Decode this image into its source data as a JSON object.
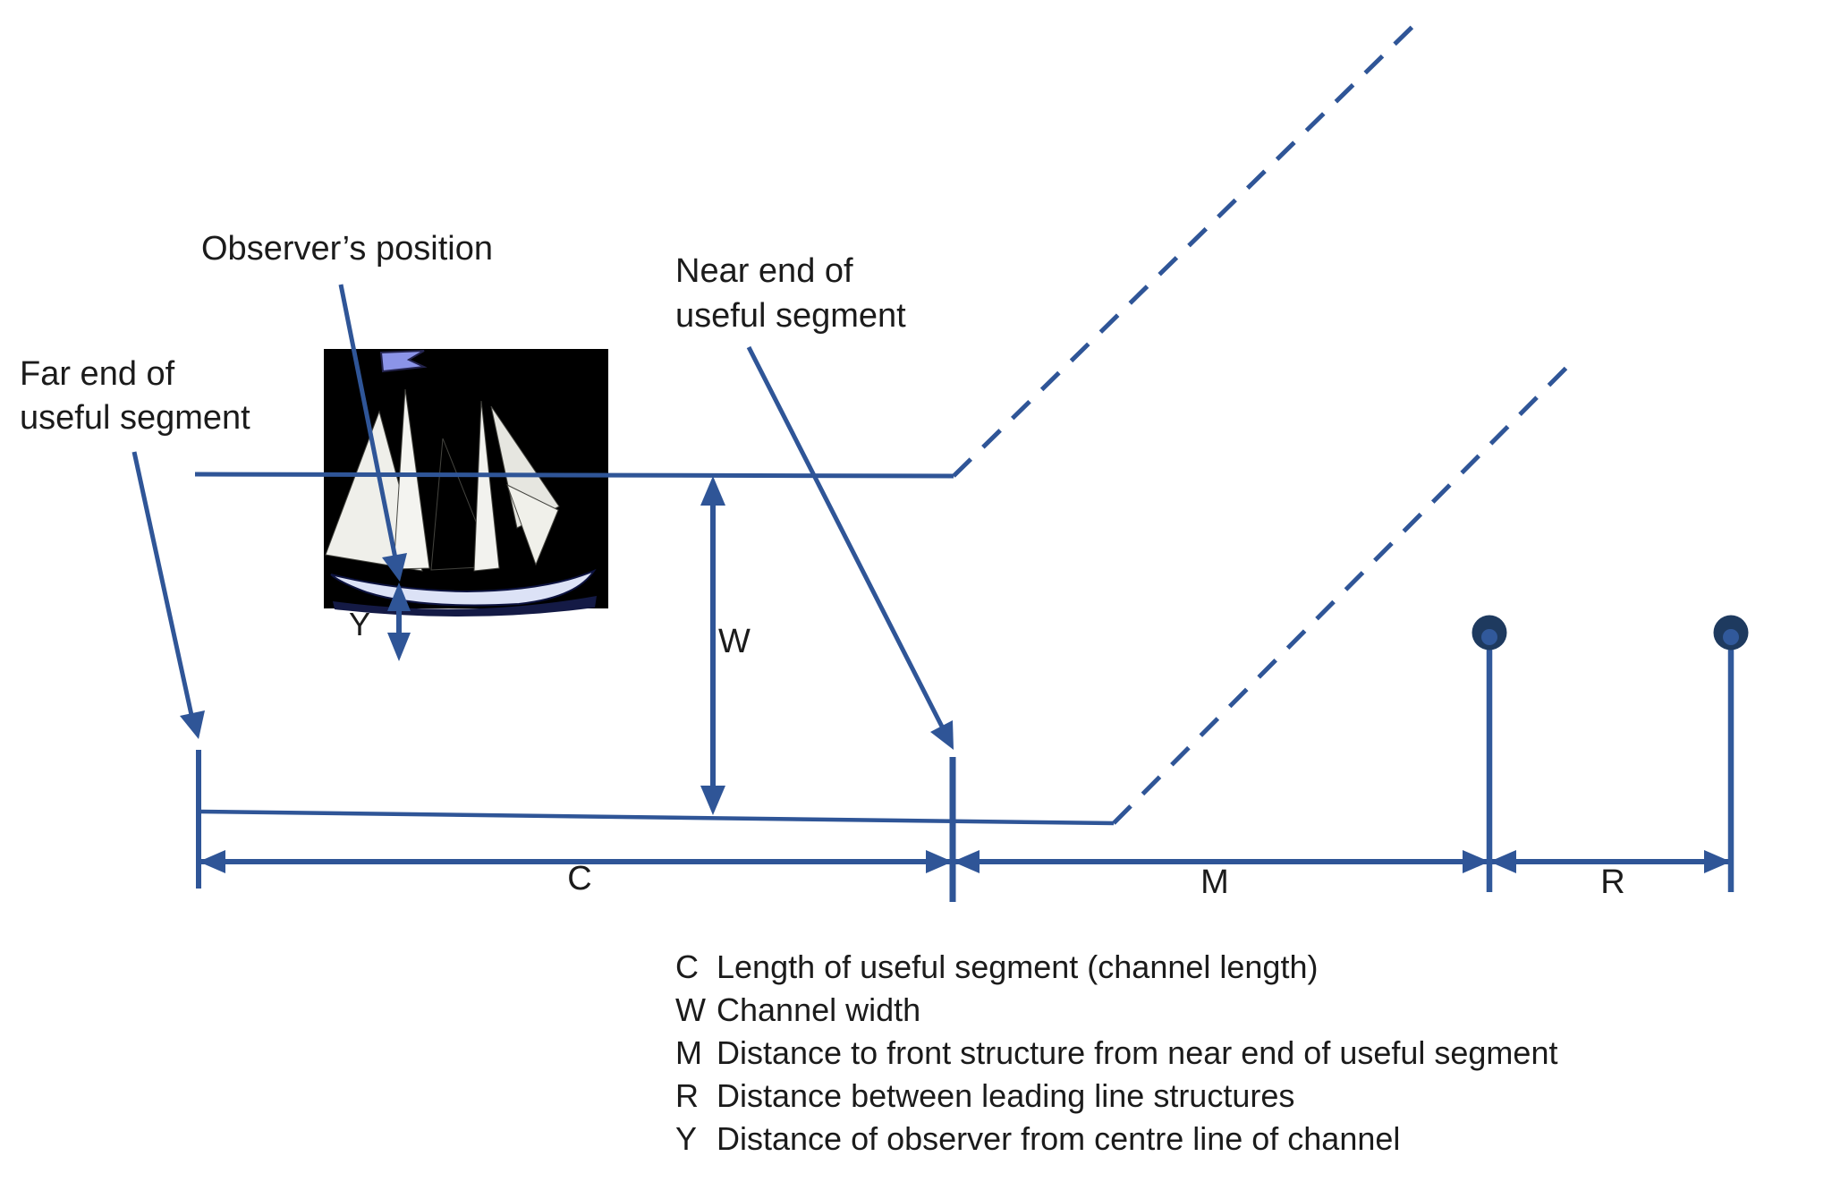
{
  "labels": {
    "observer_position": "Observer’s position",
    "far_end": {
      "line1": "Far end of",
      "line2": "useful segment"
    },
    "near_end": {
      "line1": "Near end of",
      "line2": "useful segment"
    }
  },
  "dimension_letters": {
    "c": "C",
    "w": "W",
    "m": "M",
    "r": "R",
    "y": "Y"
  },
  "legend": {
    "items": [
      {
        "symbol": "C",
        "description": "Length of useful segment (channel length)"
      },
      {
        "symbol": "W",
        "description": "Channel width"
      },
      {
        "symbol": "M",
        "description": "Distance to front structure from near end of useful segment"
      },
      {
        "symbol": "R",
        "description": "Distance between leading line structures"
      },
      {
        "symbol": "Y",
        "description": "Distance of observer from centre line of channel"
      }
    ]
  },
  "icons": {
    "ship": "sailboat-clipart",
    "front_structure": "pole-with-ball-icon",
    "rear_structure": "pole-with-ball-icon"
  },
  "colors": {
    "accent": "#2f5597",
    "navy": "#1e3a5f",
    "stem": "#31599b",
    "flag": "#8b94e8",
    "text": "#1b1b1b"
  }
}
